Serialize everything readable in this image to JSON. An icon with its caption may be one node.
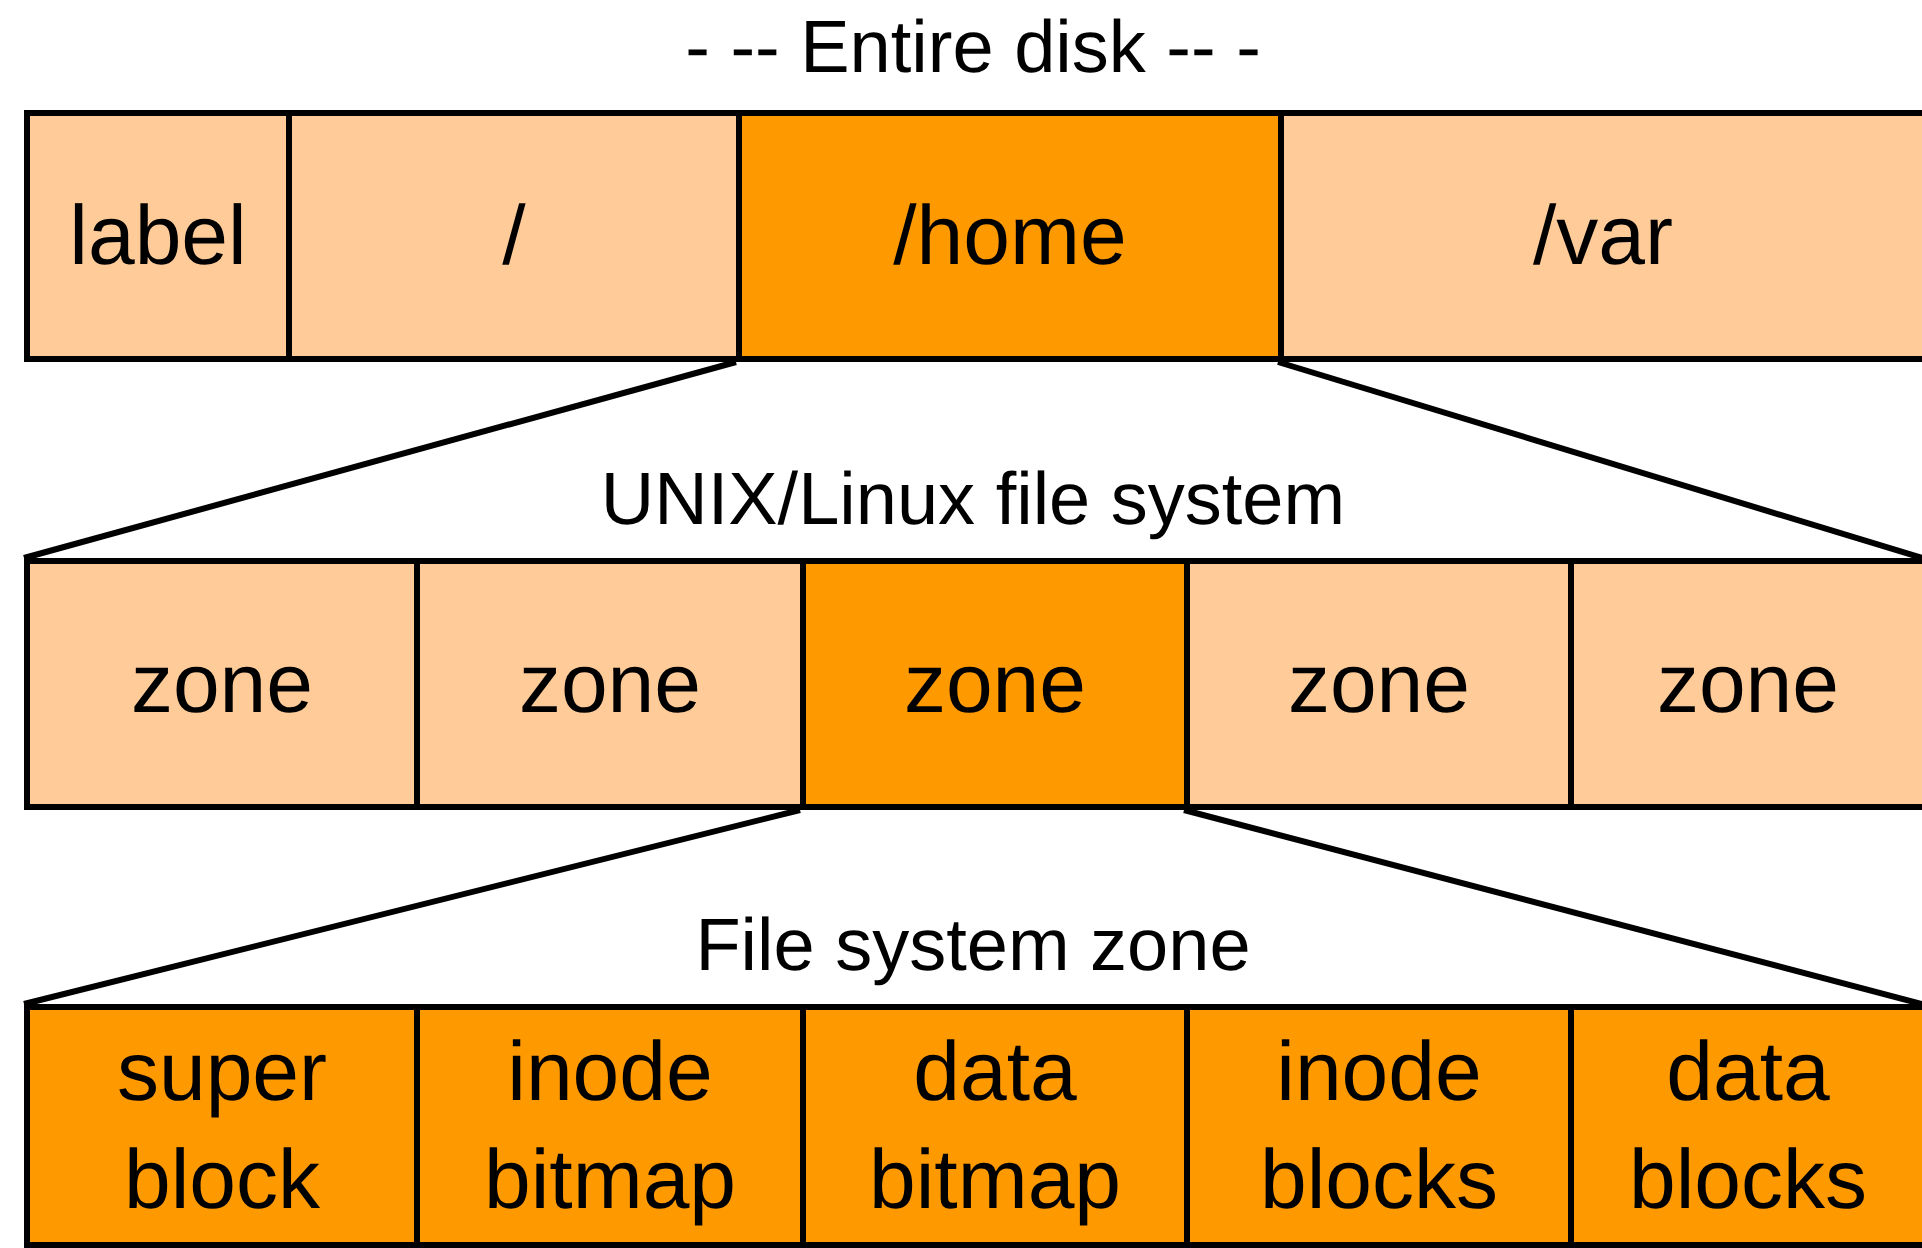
{
  "diagram": {
    "nodes": [
      {
        "text": [
          "- -- Entire disk -- -"
        ]
      },
      {
        "text": [
          "label"
        ],
        "in": 0
      },
      {
        "text": [
          "/"
        ],
        "in": 0
      },
      {
        "text": [
          "/home"
        ],
        "in": 0
      },
      {
        "text": [
          "/var"
        ],
        "in": 0
      },
      {
        "text": [
          "UNIX/Linux file system"
        ]
      },
      {
        "text": [
          "zone"
        ],
        "in": 5
      },
      {
        "text": [
          "zone"
        ],
        "in": 5
      },
      {
        "text": [
          "zone"
        ],
        "in": 5
      },
      {
        "text": [
          "zone"
        ],
        "in": 5
      },
      {
        "text": [
          "zone"
        ],
        "in": 5
      },
      {
        "text": [
          "File system zone"
        ]
      },
      {
        "text": [
          "super block"
        ],
        "in": 11
      },
      {
        "text": [
          "inode bitmap"
        ],
        "in": 11
      },
      {
        "text": [
          "data bitmap"
        ],
        "in": 11
      },
      {
        "text": [
          "inode blocks"
        ],
        "in": 11
      },
      {
        "text": [
          "data blocks"
        ],
        "in": 11
      }
    ],
    "edges": [
      {
        "from": 3,
        "to": 5,
        "arrow": "none"
      },
      {
        "from": 3,
        "to": 5,
        "arrow": "none"
      },
      {
        "from": 8,
        "to": 11,
        "arrow": "none"
      },
      {
        "from": 8,
        "to": 11,
        "arrow": "none"
      }
    ]
  }
}
